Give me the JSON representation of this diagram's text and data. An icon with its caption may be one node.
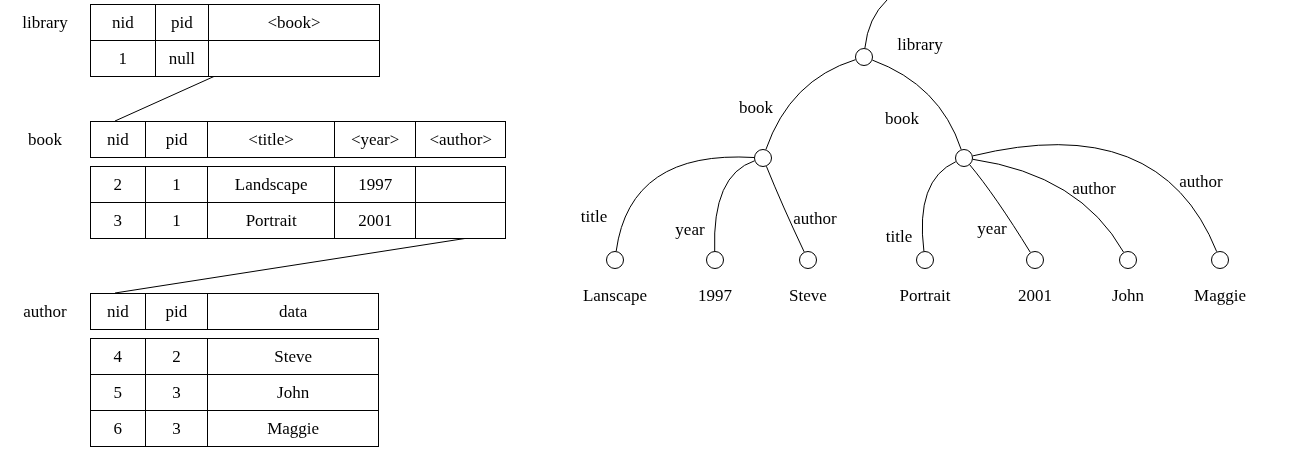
{
  "diagram": {
    "nodes": [
      {
        "text": [
          "nid",
          "pid",
          "<book>"
        ],
        "beside": [
          "library"
        ]
      },
      {
        "text": [
          "1",
          "null"
        ]
      },
      {
        "text": [
          "nid",
          "pid",
          "<title>",
          "<year>",
          "<author>"
        ],
        "beside": [
          "book"
        ]
      },
      {
        "text": [
          "2",
          "1",
          "Landscape",
          "1997"
        ]
      },
      {
        "text": [
          "3",
          "1",
          "Portrait",
          "2001"
        ]
      },
      {
        "text": [
          "nid",
          "pid",
          "data"
        ],
        "beside": [
          "author"
        ]
      },
      {
        "text": [
          "4",
          "2",
          "Steve"
        ]
      },
      {
        "text": [
          "5",
          "3",
          "John"
        ]
      },
      {
        "text": [
          "6",
          "3",
          "Maggie"
        ]
      },
      {
        "text": [],
        "shape": "circle"
      },
      {
        "text": [],
        "shape": "circle"
      },
      {
        "text": [],
        "shape": "circle"
      },
      {
        "text": [],
        "shape": "circle",
        "beside": [
          "Lanscape"
        ]
      },
      {
        "text": [],
        "shape": "circle",
        "beside": [
          "1997"
        ]
      },
      {
        "text": [],
        "shape": "circle",
        "beside": [
          "Steve"
        ]
      },
      {
        "text": [],
        "shape": "circle",
        "beside": [
          "Portrait"
        ]
      },
      {
        "text": [],
        "shape": "circle",
        "beside": [
          "2001"
        ]
      },
      {
        "text": [],
        "shape": "circle",
        "beside": [
          "John"
        ]
      },
      {
        "text": [],
        "shape": "circle",
        "beside": [
          "Maggie"
        ]
      }
    ],
    "edges": [
      {
        "from": 1,
        "to": 2,
        "arrow": "none"
      },
      {
        "from": 4,
        "to": 5,
        "arrow": "none"
      },
      {
        "from": null,
        "to": 9,
        "arrow": "none",
        "label": "library"
      },
      {
        "from": 9,
        "to": 10,
        "arrow": "none",
        "label": "book"
      },
      {
        "from": 9,
        "to": 11,
        "arrow": "none",
        "label": "book"
      },
      {
        "from": 10,
        "to": 12,
        "arrow": "none",
        "label": "title"
      },
      {
        "from": 10,
        "to": 13,
        "arrow": "none",
        "label": "year"
      },
      {
        "from": 10,
        "to": 14,
        "arrow": "none",
        "label": "author"
      },
      {
        "from": 11,
        "to": 15,
        "arrow": "none",
        "label": "title"
      },
      {
        "from": 11,
        "to": 16,
        "arrow": "none",
        "label": "year"
      },
      {
        "from": 11,
        "to": 17,
        "arrow": "none",
        "label": "author"
      },
      {
        "from": 11,
        "to": 18,
        "arrow": "none",
        "label": "author"
      }
    ]
  }
}
